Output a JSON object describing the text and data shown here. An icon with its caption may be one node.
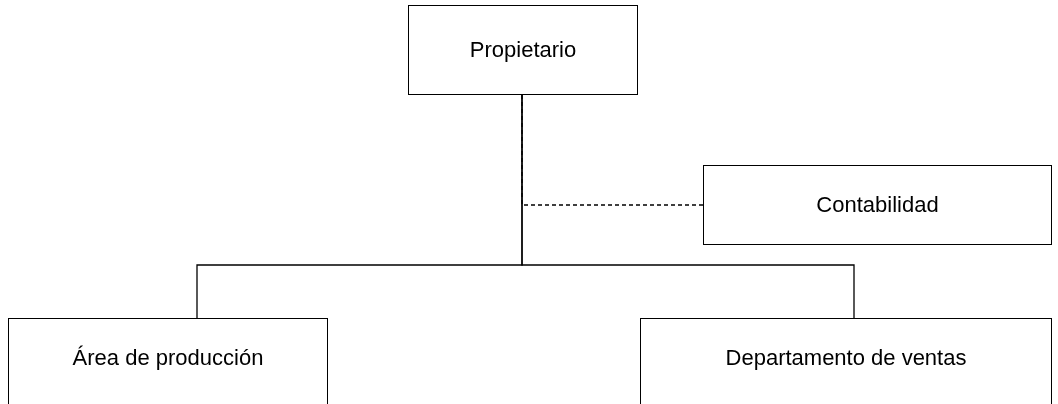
{
  "diagram": {
    "nodes": [
      {
        "text": [
          "Propietario"
        ]
      },
      {
        "text": [
          "Contabilidad"
        ]
      },
      {
        "text": [
          "Área de producción"
        ]
      },
      {
        "text": [
          "Departamento de ventas"
        ]
      }
    ],
    "edges": [
      {
        "from": 0,
        "to": 2,
        "arrow": "none"
      },
      {
        "from": 0,
        "to": 3,
        "arrow": "none"
      },
      {
        "from": 0,
        "to": 1,
        "arrow": "none",
        "style": "dashed"
      }
    ]
  }
}
